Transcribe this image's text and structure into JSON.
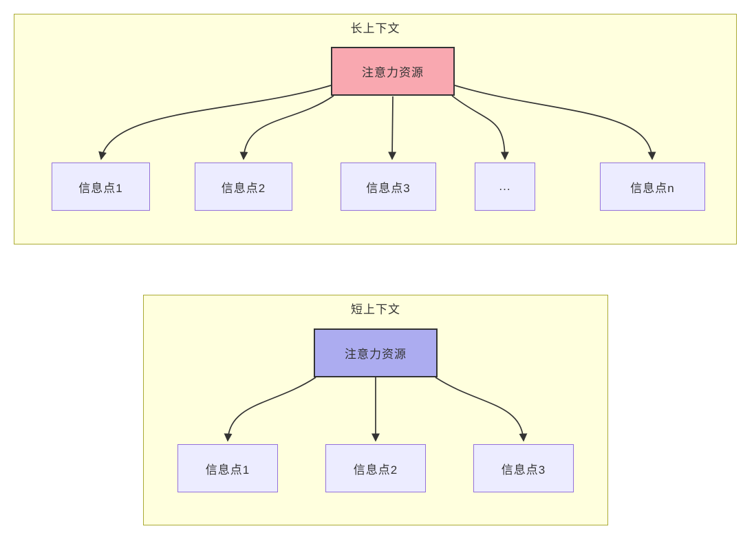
{
  "diagram": {
    "type": "flowchart",
    "colors": {
      "page_background": "#ffffff",
      "subgraph_fill": "#ffffde",
      "subgraph_border": "#aaaa33",
      "target_node_fill": "#ececff",
      "target_node_border": "#9370db",
      "attention_long_fill": "#f9a8b0",
      "attention_short_fill": "#acacf0",
      "node_border_dark": "#333333",
      "edge_color": "#333333",
      "text_color": "#333333"
    },
    "long_context": {
      "title": "长上下文",
      "source_label": "注意力资源",
      "targets": [
        "信息点1",
        "信息点2",
        "信息点3",
        "...",
        "信息点n"
      ]
    },
    "short_context": {
      "title": "短上下文",
      "source_label": "注意力资源",
      "targets": [
        "信息点1",
        "信息点2",
        "信息点3"
      ]
    }
  }
}
